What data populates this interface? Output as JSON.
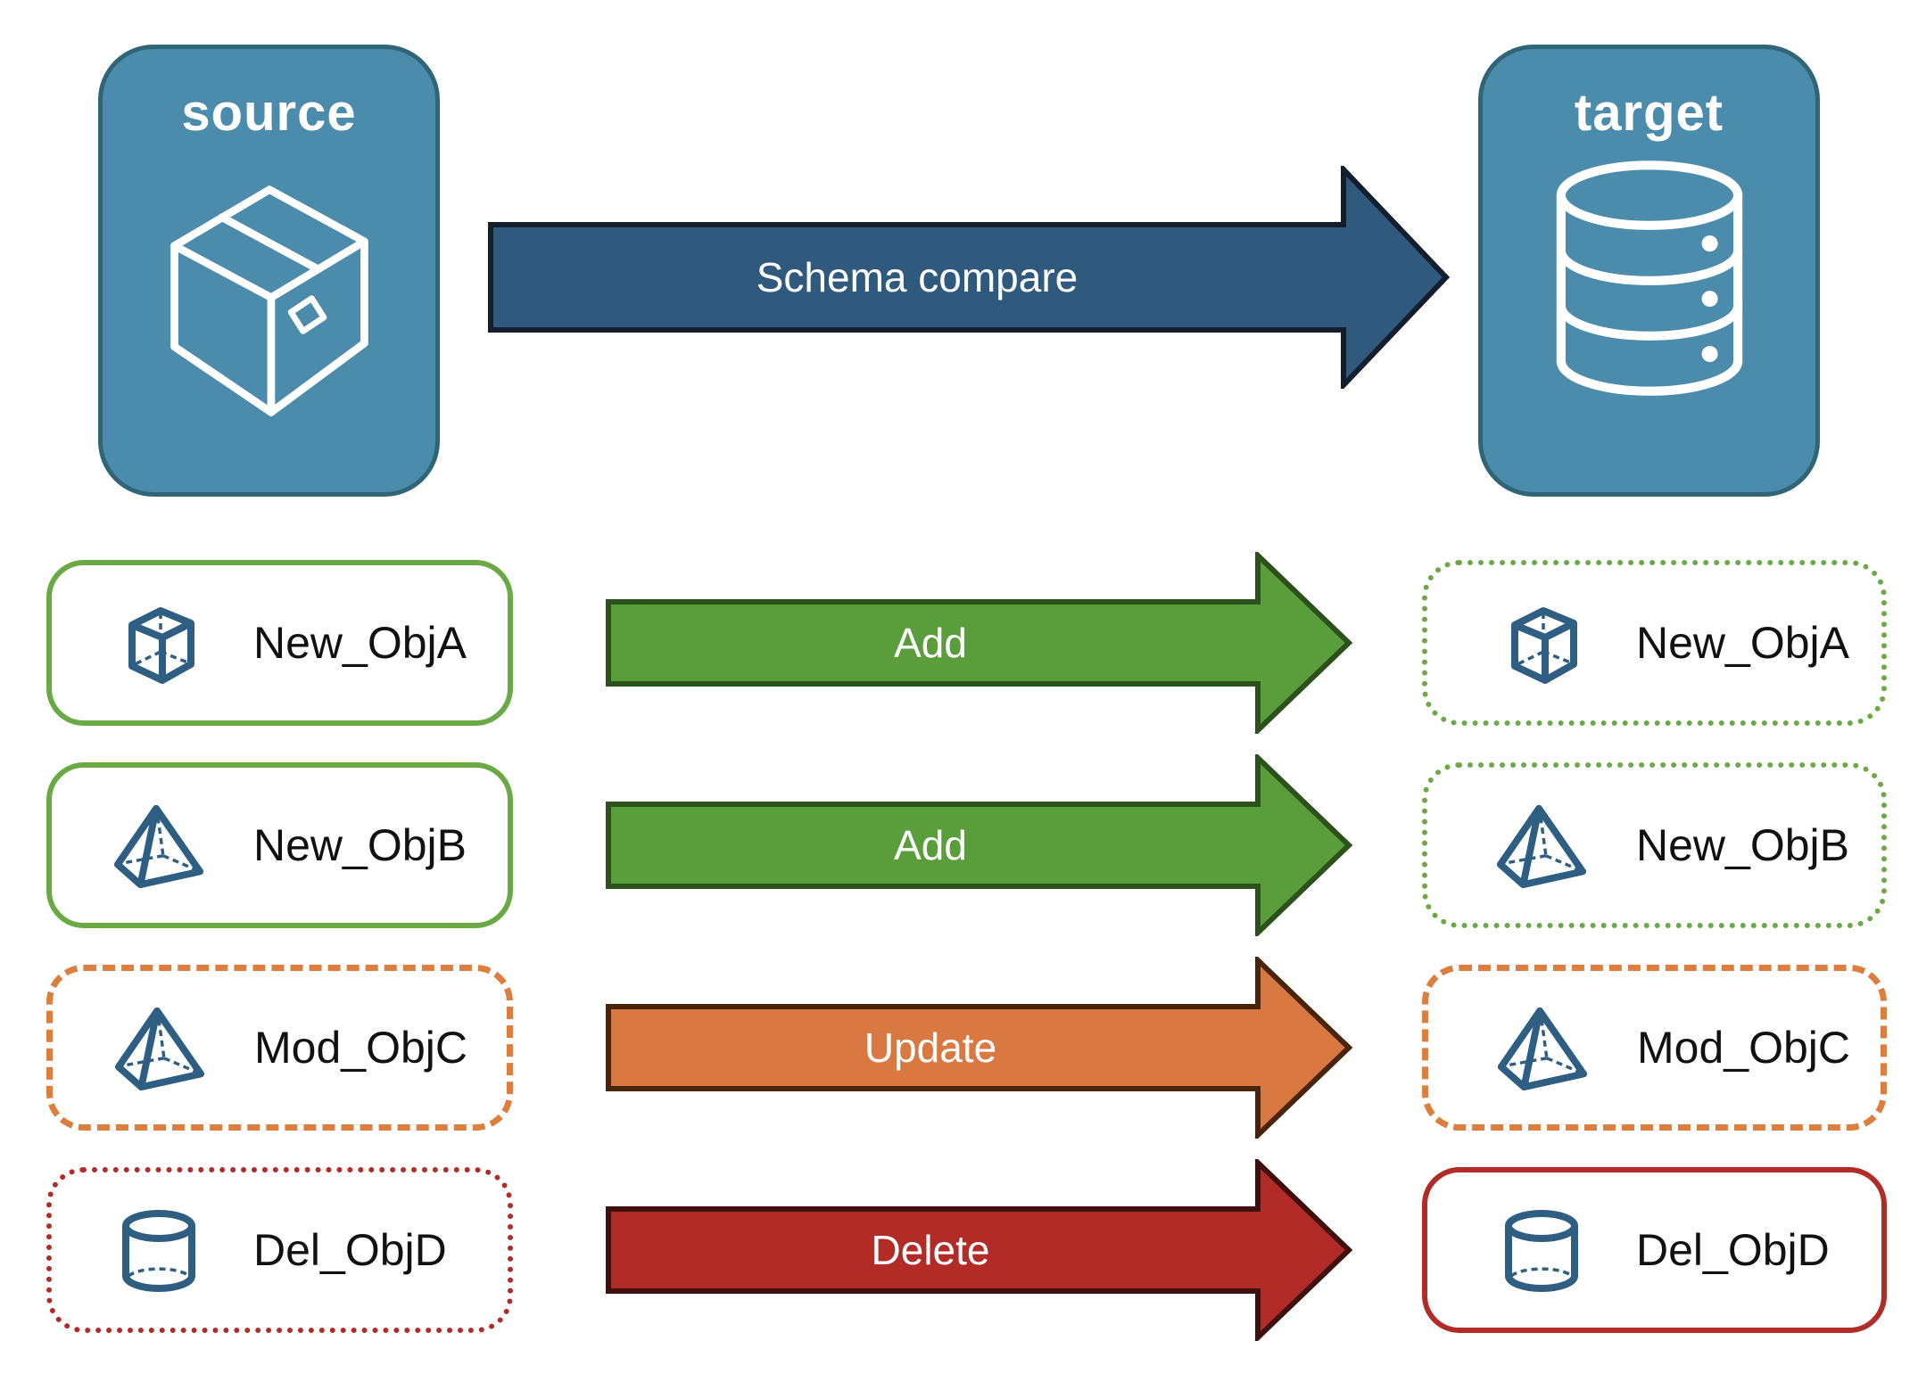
{
  "source_panel": {
    "label": "source",
    "icon": "package-icon"
  },
  "target_panel": {
    "label": "target",
    "icon": "database-icon"
  },
  "compare_arrow": {
    "label": "Schema compare"
  },
  "rows": [
    {
      "object": "New_ObjA",
      "icon": "cube-icon",
      "action": "Add",
      "source_card_style": "solid-green",
      "target_card_style": "dotted-green",
      "arrow_color": "#5A9E3C"
    },
    {
      "object": "New_ObjB",
      "icon": "pyramid-icon",
      "action": "Add",
      "source_card_style": "solid-green",
      "target_card_style": "dotted-green",
      "arrow_color": "#5A9E3C"
    },
    {
      "object": "Mod_ObjC",
      "icon": "pyramid-icon",
      "action": "Update",
      "source_card_style": "dashed-orange",
      "target_card_style": "dashed-orange",
      "arrow_color": "#D97840"
    },
    {
      "object": "Del_ObjD",
      "icon": "cylinder-icon",
      "action": "Delete",
      "source_card_style": "dotted-red",
      "target_card_style": "solid-red",
      "arrow_color": "#B22B27"
    }
  ],
  "colors": {
    "panel_fill": "#4B8BAB",
    "panel_border": "#2F6577",
    "compare_arrow_fill": "#2F5A7D",
    "compare_arrow_border": "#131F2E",
    "green_fill": "#5A9E3C",
    "green_card_border": "#6AAA45",
    "orange_fill": "#D97840",
    "orange_card_border": "#DE7E3E",
    "red_fill": "#B22B27",
    "red_card_border": "#B12B27",
    "icon_blue": "#2E5F82"
  }
}
